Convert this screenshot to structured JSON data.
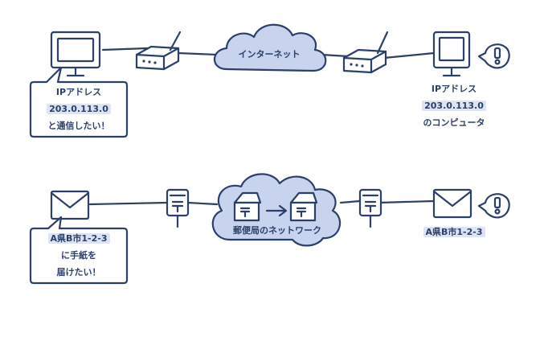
{
  "top": {
    "cloud_label": "インターネット",
    "sender_bubble": {
      "line1": "IPアドレス",
      "line2": "203.0.113.0",
      "line3": "と通信したい！"
    },
    "receiver_label": {
      "line1": "IPアドレス",
      "line2": "203.0.113.0",
      "line3": "のコンピュータ"
    },
    "alert_icon": "exclamation-icon"
  },
  "bottom": {
    "cloud_label": "郵便局のネットワーク",
    "sender_bubble": {
      "line1": "A県B市1-2-3",
      "line2": "に手紙を",
      "line3": "届けたい！"
    },
    "receiver_label": "A県B市1-2-3",
    "alert_icon": "exclamation-icon"
  },
  "colors": {
    "ink": "#2b3f6b",
    "cloud_fill": "#c8d4ee",
    "highlight": "#dde4f5",
    "background": "#ffffff"
  }
}
